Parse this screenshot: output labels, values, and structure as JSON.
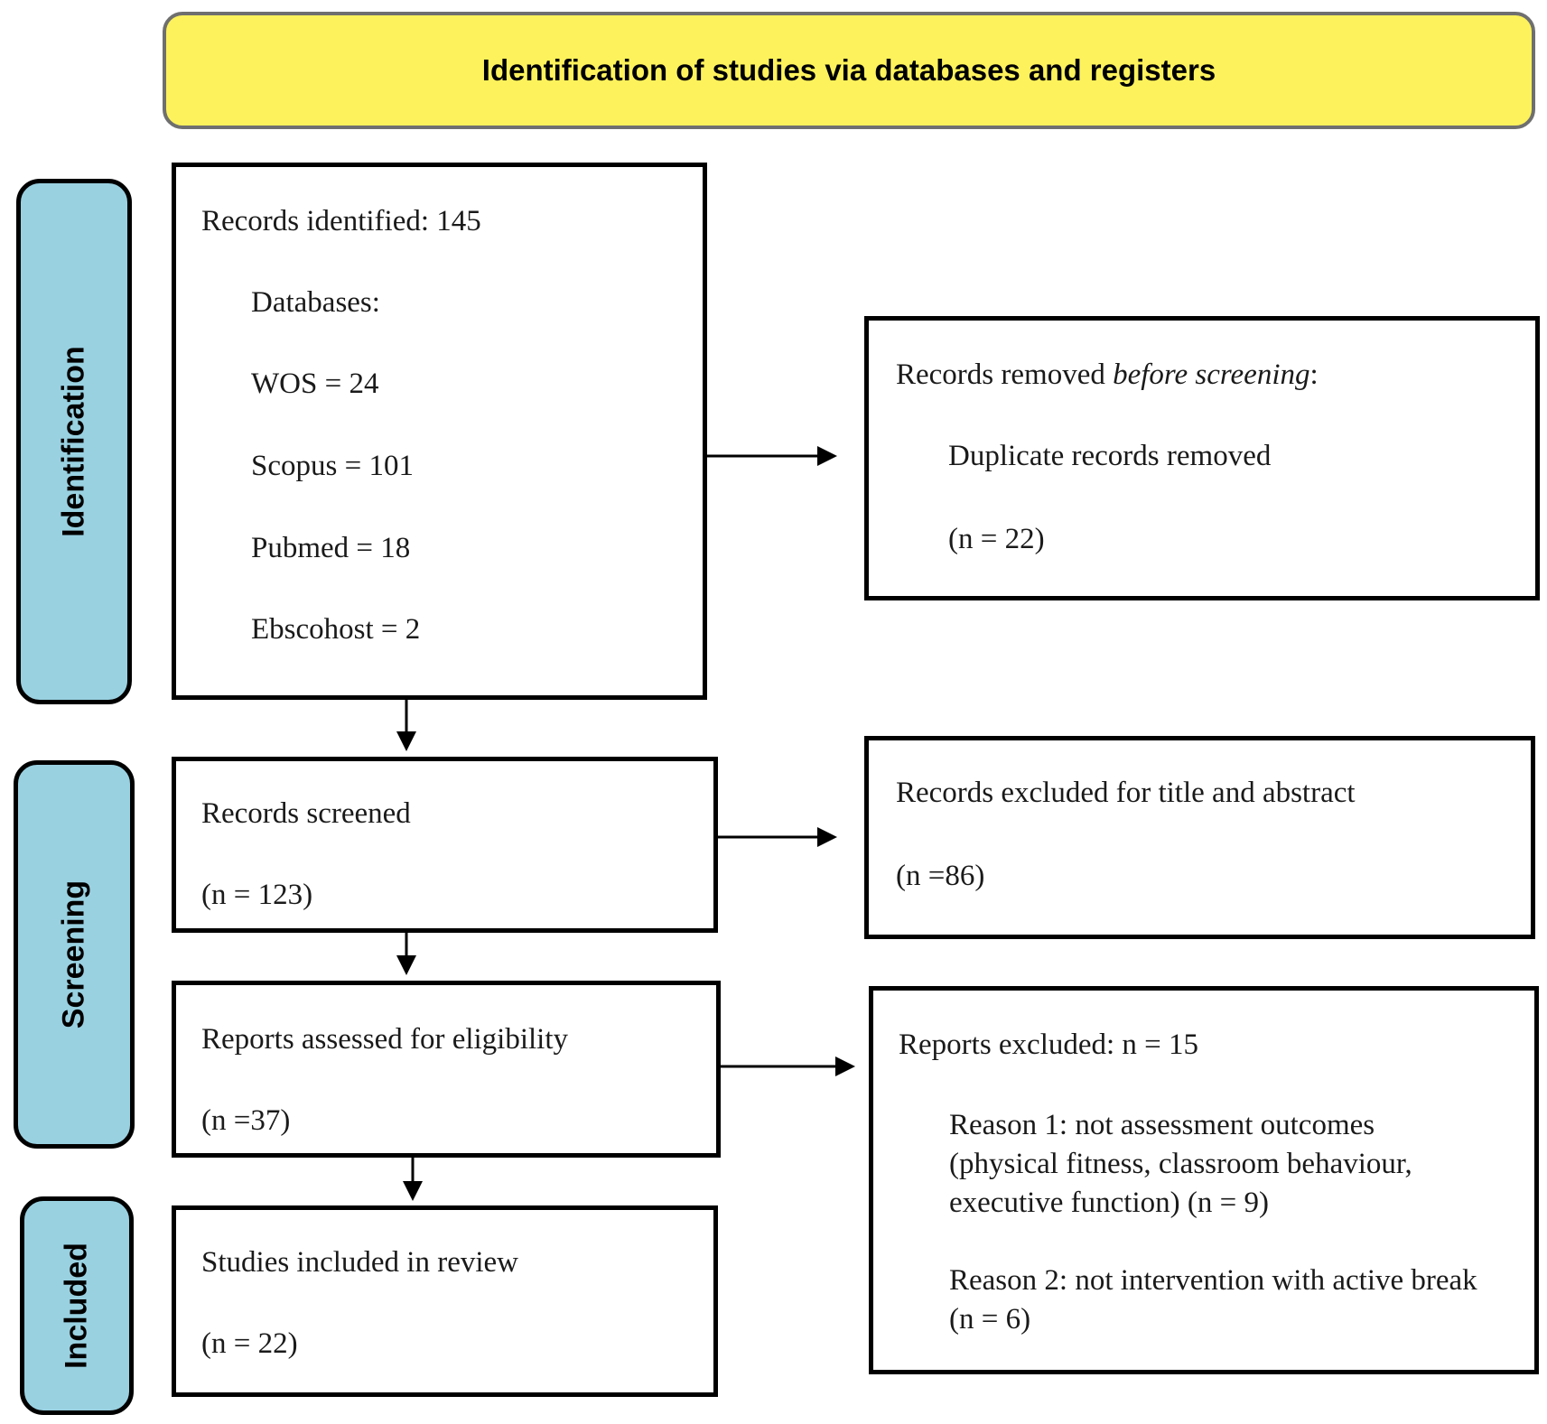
{
  "header": {
    "title": "Identification of studies via databases and registers"
  },
  "stages": {
    "identification": "Identification",
    "screening": "Screening",
    "included": "Included"
  },
  "records_identified": {
    "title": "Records identified: 145",
    "databases_label": "Databases:",
    "wos": "WOS = 24",
    "scopus": "Scopus = 101",
    "pubmed": "Pubmed = 18",
    "ebscohost": "Ebscohost = 2"
  },
  "records_removed": {
    "title_prefix": "Records removed ",
    "title_italic": "before screening",
    "title_suffix": ":",
    "duplicates": "Duplicate records removed",
    "count": "(n = 22)"
  },
  "records_screened": {
    "title": "Records screened",
    "count": "(n = 123)"
  },
  "records_excluded": {
    "title": "Records excluded for title and abstract",
    "count": "(n =86)"
  },
  "reports_assessed": {
    "title": "Reports assessed for eligibility",
    "count": "(n =37)"
  },
  "reports_excluded": {
    "title": "Reports excluded: n = 15",
    "reason1": "Reason 1: not assessment outcomes (physical fitness, classroom behaviour, executive function) (n = 9)",
    "reason2": "Reason 2: not intervention with active break (n = 6)"
  },
  "studies_included": {
    "title": "Studies included in review",
    "count": "(n = 22)"
  }
}
